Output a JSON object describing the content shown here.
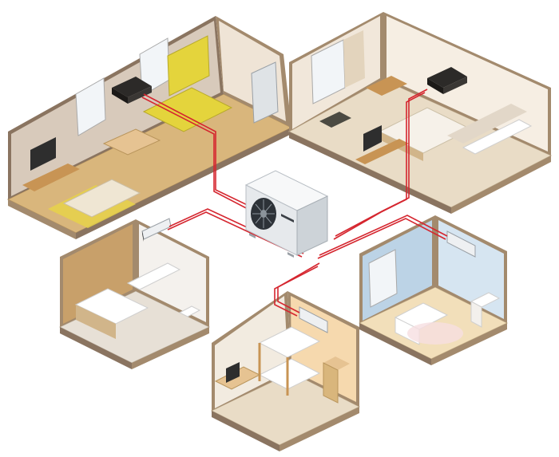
{
  "diagram": {
    "central_unit": {
      "name": "outdoor-unit",
      "brand_label": ""
    },
    "rooms": [
      {
        "id": "living-kitchen",
        "indoor_unit": "ceiling-cassette"
      },
      {
        "id": "master-bedroom",
        "indoor_unit": "ceiling-cassette"
      },
      {
        "id": "bathroom",
        "indoor_unit": "wall-split"
      },
      {
        "id": "nursery",
        "indoor_unit": "wall-split"
      },
      {
        "id": "kids-bedroom",
        "indoor_unit": "wall-split"
      }
    ],
    "colors": {
      "pipe": "#d5262f",
      "floor_wood": "#d9b67c",
      "wall_outer": "#a38a6d",
      "wall_inner": "#efe4d6",
      "kitchen_yellow": "#e4d43c",
      "nursery_blue": "#bcd3e6",
      "kids_wall": "#f6d9ae",
      "unit_white": "#eef0f2"
    }
  }
}
